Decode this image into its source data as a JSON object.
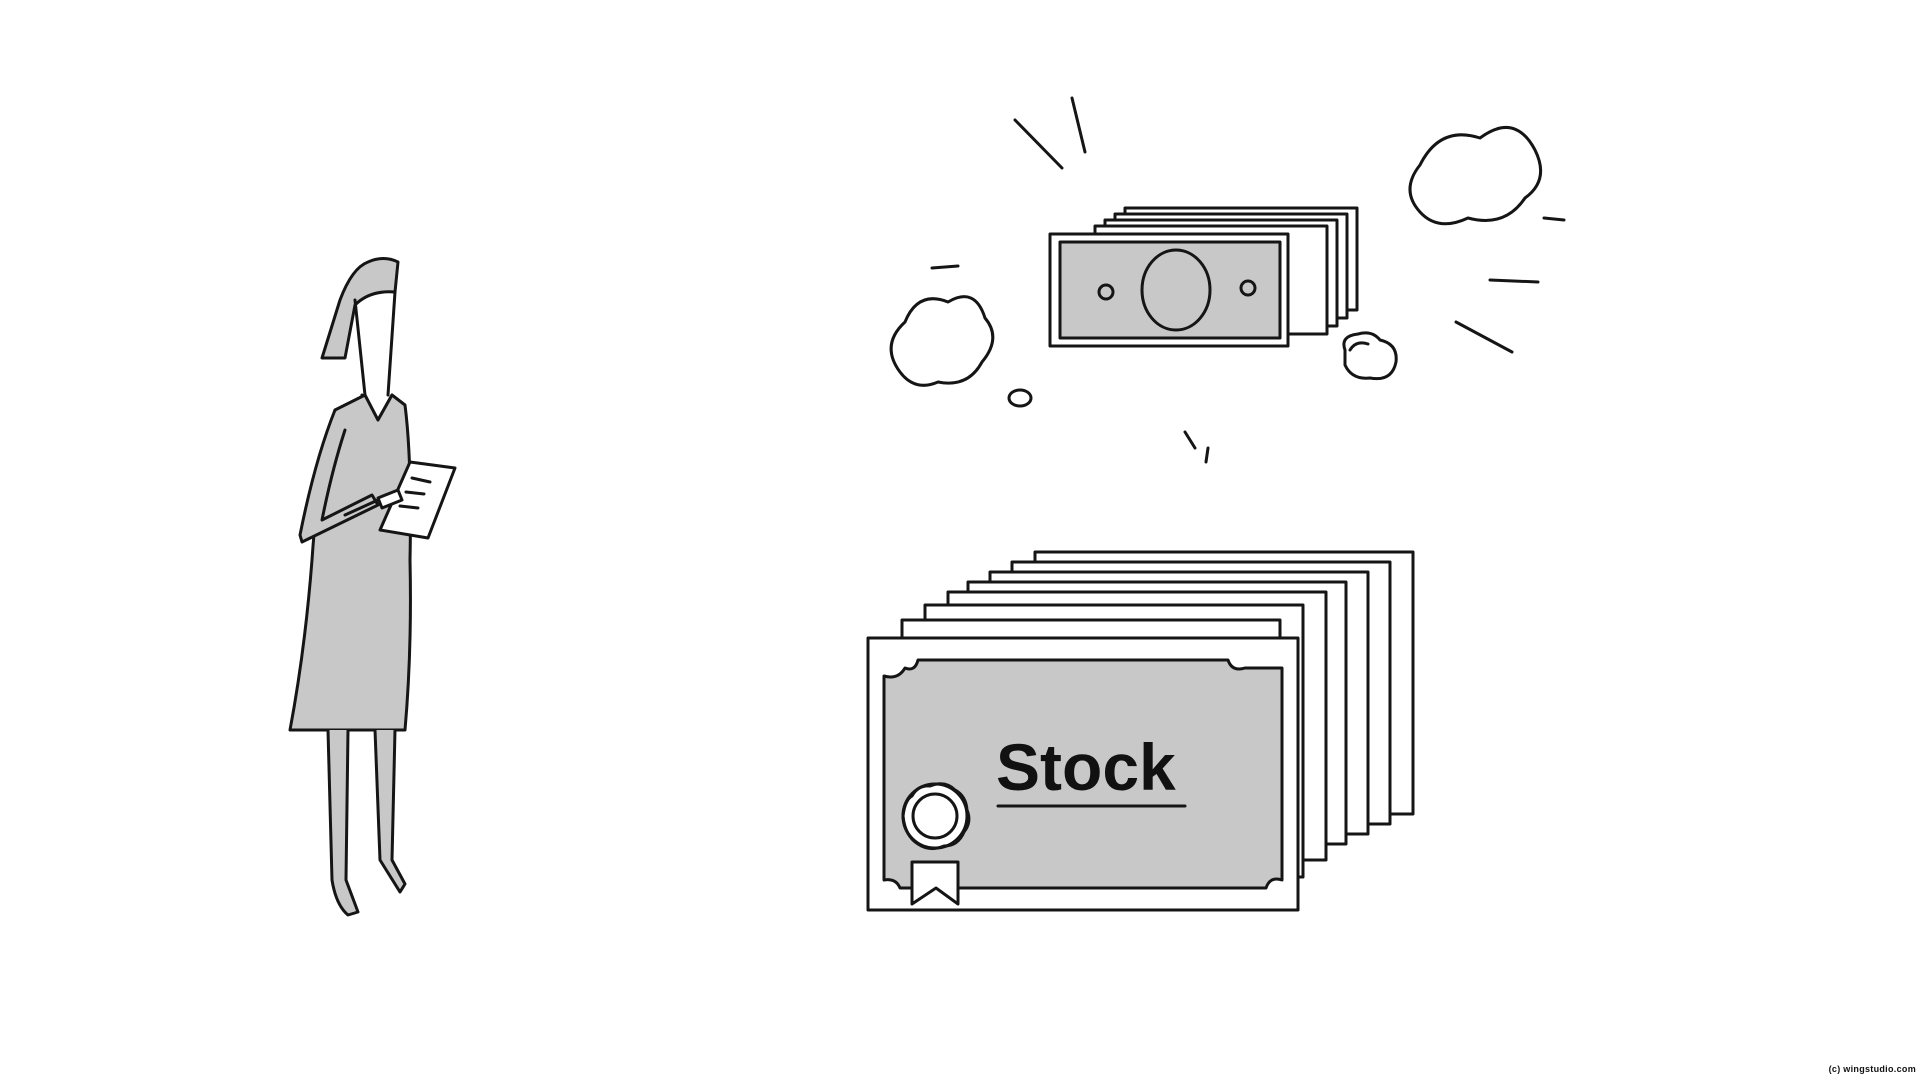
{
  "scene": {
    "stock_label": "Stock",
    "copyright": "(c) wingstudio.com"
  },
  "colors": {
    "background": "#ffffff",
    "fill_gray": "#c8c8c8",
    "ink": "#151515"
  },
  "icons": {
    "woman": "businesswoman-with-clipboard-illustration",
    "money": "dollar-bill-stack-illustration",
    "stock": "stock-certificate-stack-illustration",
    "clouds": "puff-cloud-illustration"
  }
}
